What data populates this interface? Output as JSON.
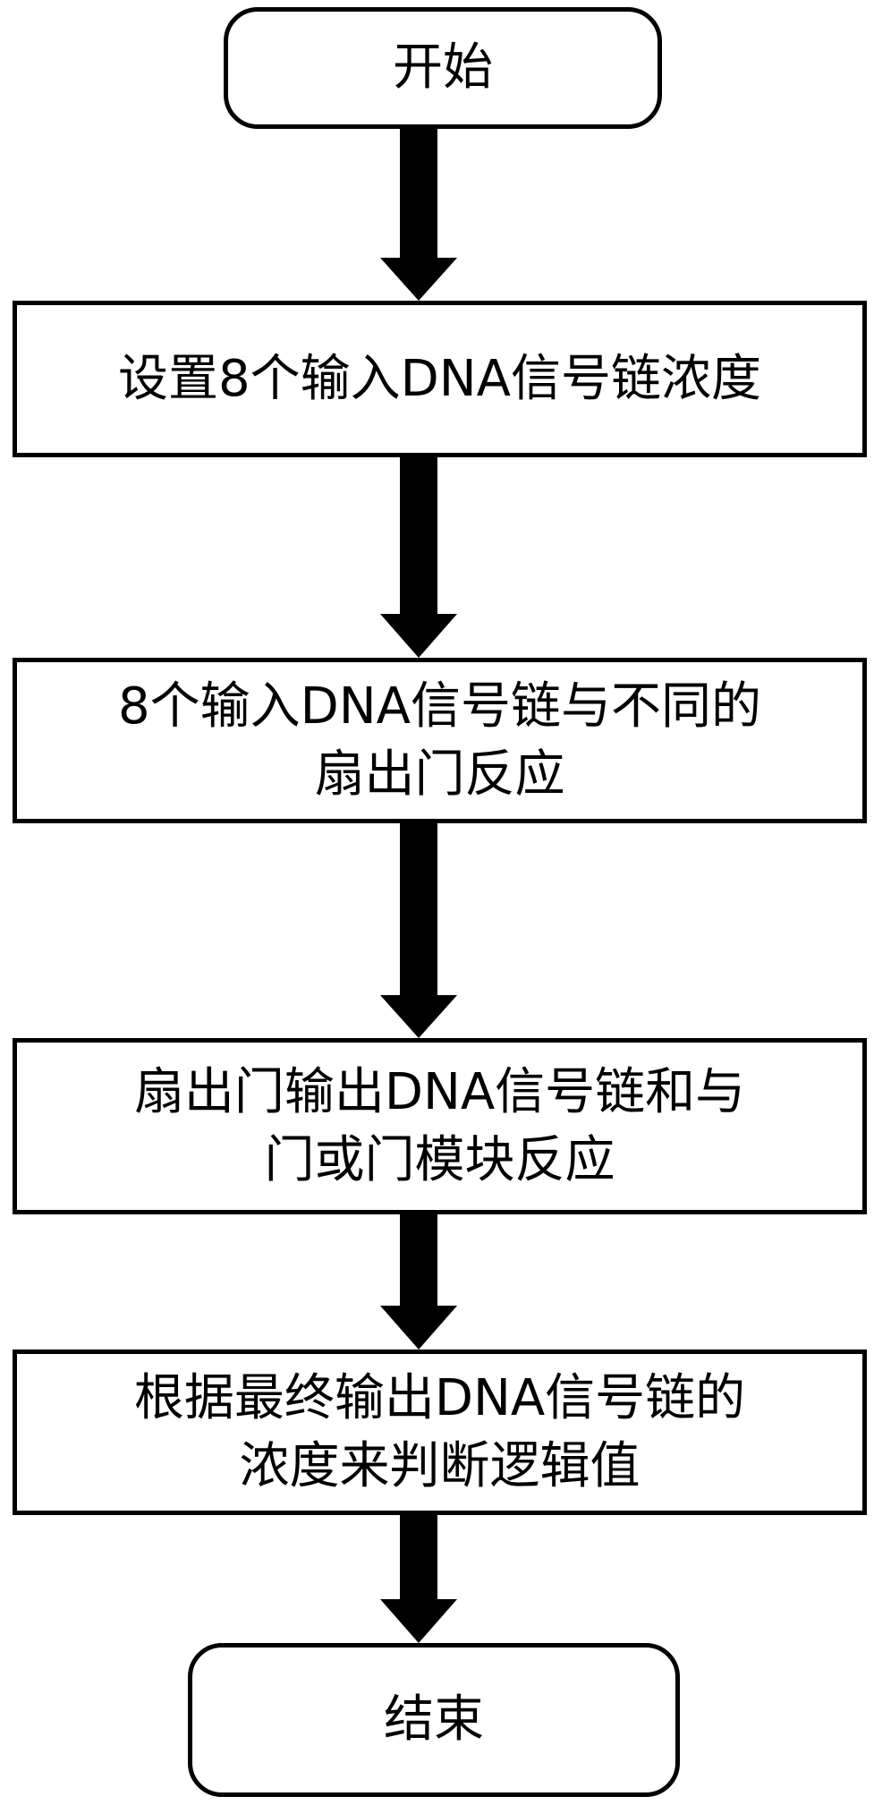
{
  "flowchart": {
    "start": "开始",
    "step1": "设置8个输入DNA信号链浓度",
    "step2_line1": "8个输入DNA信号链与不同的",
    "step2_line2": "扇出门反应",
    "step3_line1": "扇出门输出DNA信号链和与",
    "step3_line2": "门或门模块反应",
    "step4_line1": "根据最终输出DNA信号链的",
    "step4_line2": "浓度来判断逻辑值",
    "end": "结束"
  }
}
